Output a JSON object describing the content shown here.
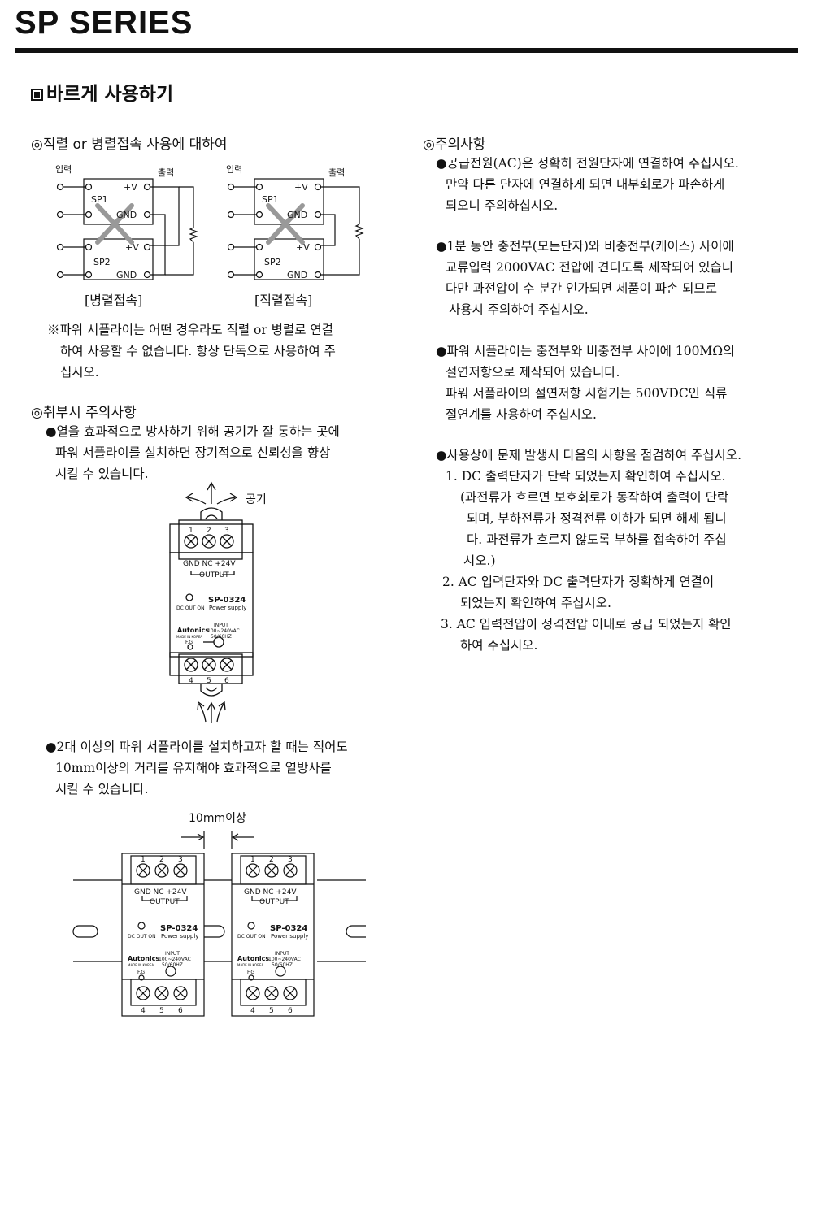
{
  "header": {
    "series_title": "SP SERIES"
  },
  "section": {
    "title": "바르게 사용하기"
  },
  "left": {
    "series_parallel": {
      "heading": "◎직렬 or 병렬접속 사용에 대하여",
      "labels": {
        "input": "입력",
        "output": "출력",
        "sp1": "SP1",
        "sp2": "SP2",
        "plus_v": "+V",
        "gnd": "GND"
      },
      "captions": {
        "parallel": "[병렬접속]",
        "series": "[직렬접속]"
      },
      "note": [
        "※파워 서플라이는 어떤 경우라도 직렬 or 병렬로 연결",
        "하여 사용할 수 없습니다. 항상 단독으로 사용하여 주",
        "십시오."
      ]
    },
    "handling": {
      "heading": "◎취부시 주의사항",
      "p1": [
        "●열을 효과적으로 방사하기 위해 공기가 잘 통하는 곳에",
        "파워 서플라이를 설치하면 장기적으로 신뢰성을 향상",
        "시킬 수 있습니다."
      ],
      "air_label": "공기",
      "p2": [
        "●2대 이상의 파워 서플라이를 설치하고자 할 때는 적어도",
        "10mm이상의 거리를 유지해야 효과적으로 열방사를",
        "시킬 수 있습니다."
      ],
      "gap_label": "10mm이상"
    },
    "device": {
      "terminals_top": [
        "1",
        "2",
        "3"
      ],
      "terminals_bottom": [
        "4",
        "5",
        "6"
      ],
      "out_labels": "GND  NC  +24V",
      "output_label": "OUTPUT",
      "model": "SP-0324",
      "dc_out": "DC OUT ON",
      "power_supply": "Power supply",
      "input": "INPUT",
      "voltage": "100~240VAC",
      "freq": "50/60HZ",
      "brand": "Autonics",
      "made_in": "MADE IN KOREA",
      "fg": "F.G"
    }
  },
  "right": {
    "heading": "◎주의사항",
    "p1": [
      "●공급전원(AC)은 정확히 전원단자에 연결하여 주십시오.",
      "만약 다른 단자에 연결하게 되면 내부회로가 파손하게",
      "되오니 주의하십시오."
    ],
    "p2": [
      "●1분 동안 충전부(모든단자)와 비충전부(케이스) 사이에",
      "교류입력 2000VAC 전압에 견디도록 제작되어 있습니",
      "다만 과전압이 수 분간 인가되면 제품이 파손 되므로",
      "사용시 주의하여 주십시오."
    ],
    "p3": [
      "●파워 서플라이는 충전부와 비충전부 사이에 100MΩ의",
      "절연저항으로 제작되어 있습니다.",
      "파워 서플라이의 절연저항 시험기는 500VDC인 직류",
      "절연계를 사용하여 주십시오."
    ],
    "p4": [
      "●사용상에 문제 발생시 다음의 사항을 점검하여 주십시오.",
      "1. DC 출력단자가 단락 되었는지 확인하여 주십시오.",
      "(과전류가 흐르면 보호회로가 동작하여 출력이 단락",
      "되며, 부하전류가 정격전류 이하가 되면 해제 됩니",
      "다. 과전류가 흐르지 않도록 부하를 접속하여 주십",
      "시오.)",
      "2. AC 입력단자와 DC 출력단자가 정확하게 연결이",
      "되었는지 확인하여 주십시오.",
      "3. AC 입력전압이 정격전압 이내로 공급 되었는지 확인",
      "하여 주십시오."
    ]
  }
}
